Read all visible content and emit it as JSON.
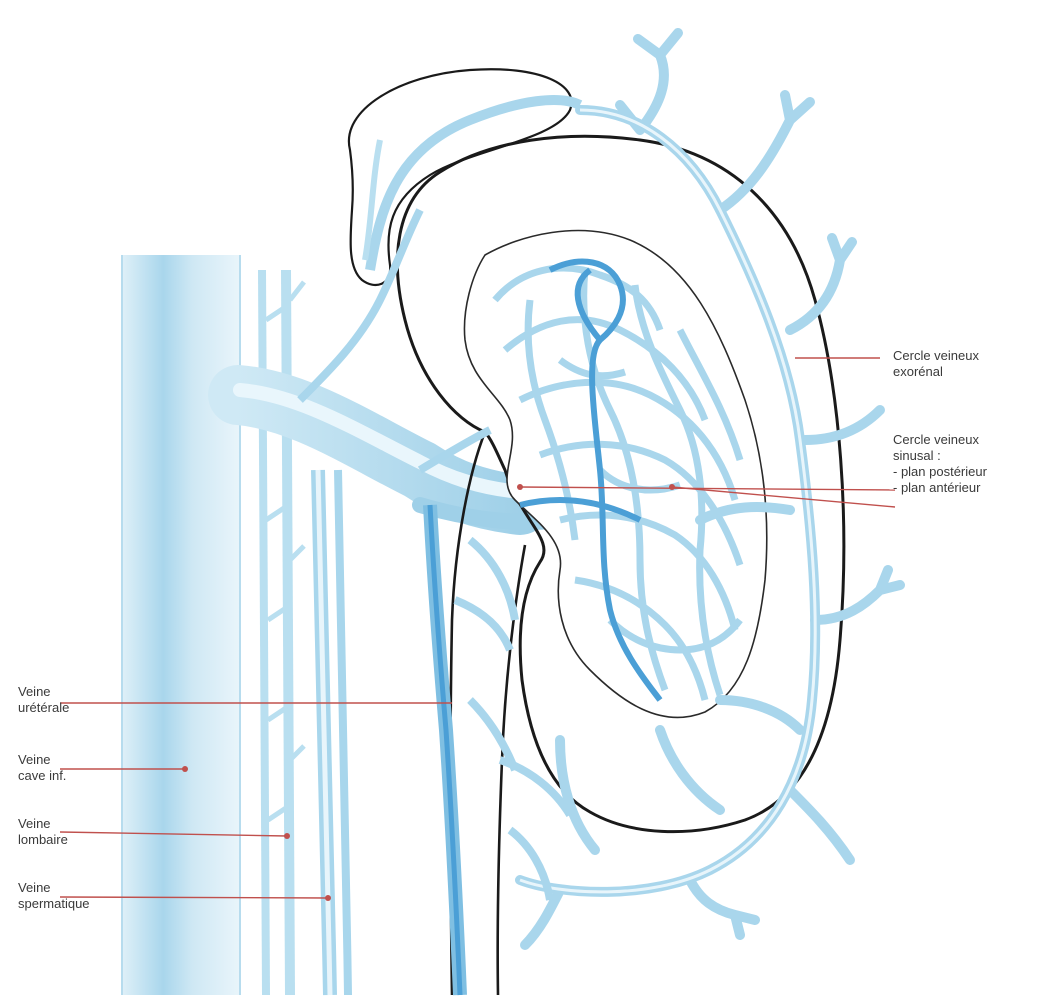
{
  "labels": {
    "cercle_externe": {
      "line1": "Cercle veineux",
      "line2": "exorénal"
    },
    "cercle_sinusal": {
      "line1": "Cercle veineux",
      "line2": "sinusal :",
      "line3": "-  plan postérieur",
      "line4": "-  plan antérieur"
    },
    "veine_ureterale": {
      "line1": "Veine",
      "line2": "urétérale"
    },
    "veine_cave": {
      "line1": "Veine",
      "line2": "cave inf."
    },
    "veine_lombaire": {
      "line1": "Veine",
      "line2": "lombaire"
    },
    "veine_spermatique": {
      "line1": "Veine",
      "line2": "spermatique"
    }
  },
  "colors": {
    "vein_light": "#c9e6f3",
    "vein_mid": "#9fd0e8",
    "vein_dark": "#4b9fd6",
    "outline": "#1a1a1a",
    "leader": "#c0504d"
  }
}
